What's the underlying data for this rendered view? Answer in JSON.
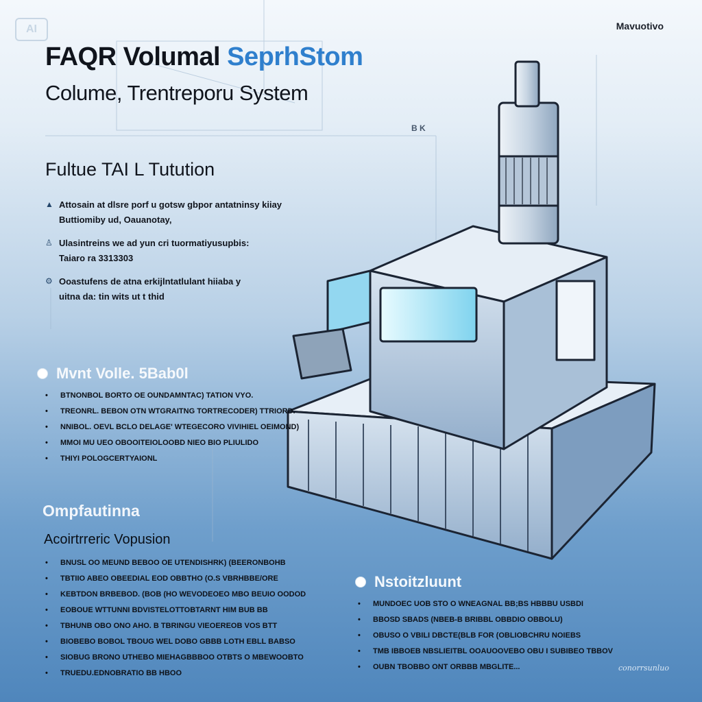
{
  "logo_text": "AI",
  "corner_label": "Mavuotivo",
  "title": {
    "part1": "FAQR Volumal",
    "part2": "SeprhStom"
  },
  "subtitle": "Colume, Trentreporu System",
  "rule_label": "B K",
  "feature_heading": "Fultue TAI L Tutution",
  "features": [
    {
      "icon": "info-icon",
      "glyph": "▲",
      "text": "Attosain at dlsre porf u gotsw gbpor antatninsy kiiay\nButtiomiby ud, Oauanotay,"
    },
    {
      "icon": "person-icon",
      "glyph": "♙",
      "text": "Ulasintreins we ad yun cri tuormatiyusupbis:\nTaiaro ra 3313303"
    },
    {
      "icon": "settings-icon",
      "glyph": "⚙",
      "text": "Ooastufens de atna erkijlntatlulant hiiaba y\nuitna da: tin wits ut t thid"
    }
  ],
  "section1": {
    "heading": "Mvnt Volle. 5Bab0l",
    "items": [
      "BTNONBOL BORTO OE OUNDAMNTAC) TATION VYO.",
      "TREONRL. BEBON OTN WTGRAITNG TORTRECODER) TTRIORD.",
      "NNIBOL. OEVL BCLO DELAGE' WTEGECORO VIVIHIEL OEIMOND)",
      "MMOI MU UEO OBOOITEIOLOOBD NIEO BIO PLIULIDO",
      "THIYI POLOGCERTYAIONL"
    ]
  },
  "section2": {
    "heading": "Ompfautinna",
    "subheading": "Acoirtrreric Vopusion",
    "items": [
      "BNUSL OO MEUND BEBOO OE UTENDISHRK) (BEERONBOHB",
      "TBTIIO ABEO OBEEDIAL EOD OBBTHO (O.S VBRHBBE/ORE",
      "KEBTDON BRBEBOD. (BOB (HO WEVODEOEO MBO BEUIO OODOD",
      "EOBOUE WTTUNNI BDVISTELOTTOBTARNT HIM BUB BB",
      "TBHUNB OBO ONO AHO. B TBRINGU VIEOEREOB VOS BTT",
      "BIOBEBO BOBOL TBOUG WEL DOBO GBBB LOTH EBLL BABSO",
      "SIOBUG BRONO UTHEBO MIEHAGBBBOO OTBTS O MBEWOOBTO",
      "TRUEDU.EDNOBRATIO BB HBOO"
    ]
  },
  "section3": {
    "heading": "Nstoitzluunt",
    "items": [
      "MUNDOEC UOB STO O WNEAGNAL BB;BS HBBBU USBDI",
      "BBOSD SBADS (NBEB-B BRIBBL OBBDIO OBBOLU)",
      "OBUSO O VBILI DBCTE(BLB FOR (OBLIOBCHRU NOIEBS",
      "TMB IBBOEB NBSLIEITBL OOAUOOVEBO OBU I SUBIBEO TBBOV",
      "OUBN TBOBBO ONT ORBBB MBGLITE..."
    ]
  },
  "signature": "conorrsunluo"
}
